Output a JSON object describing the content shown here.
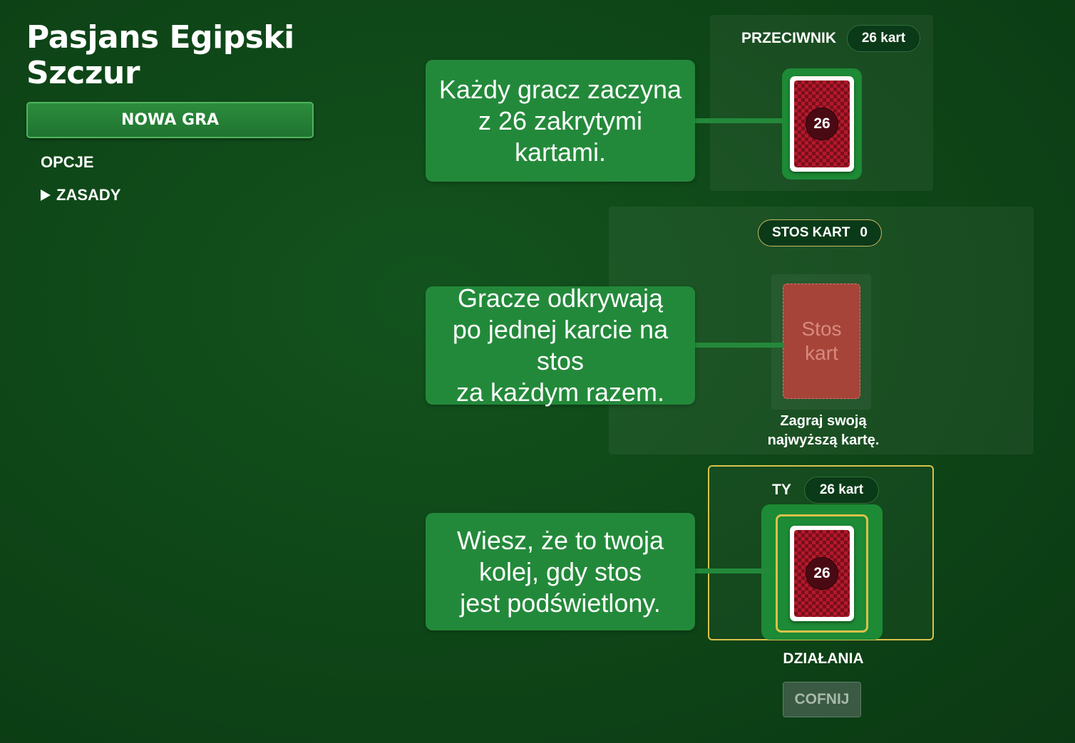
{
  "sidebar": {
    "title_line1": "Pasjans Egipski",
    "title_line2": "Szczur",
    "new_game": "NOWA GRA",
    "options": "OPCJE",
    "rules": "ZASADY"
  },
  "opponent": {
    "label": "PRZECIWNIK",
    "count_label": "26 kart",
    "card_count": "26"
  },
  "pile": {
    "label": "STOS KART",
    "count": "0",
    "empty_text_line1": "Stos",
    "empty_text_line2": "kart",
    "hint_line1": "Zagraj swoją",
    "hint_line2": "najwyższą kartę."
  },
  "player": {
    "label": "TY",
    "count_label": "26 kart",
    "card_count": "26"
  },
  "actions": {
    "label": "DZIAŁANIA",
    "undo": "COFNIJ"
  },
  "tips": {
    "tip1_line1": "Każdy gracz zaczyna",
    "tip1_line2": "z 26 zakrytymi",
    "tip1_line3": "kartami.",
    "tip2_line1": "Gracze odkrywają",
    "tip2_line2": "po jednej karcie na stos",
    "tip2_line3": "za każdym razem.",
    "tip3_line1": "Wiesz, że to twoja",
    "tip3_line2": "kolej, gdy stos",
    "tip3_line3": "jest podświetlony."
  },
  "colors": {
    "felt": "#0e4517",
    "accent_green": "#23893a",
    "highlight_gold": "#d9c24a",
    "card_red": "#b3192b"
  }
}
